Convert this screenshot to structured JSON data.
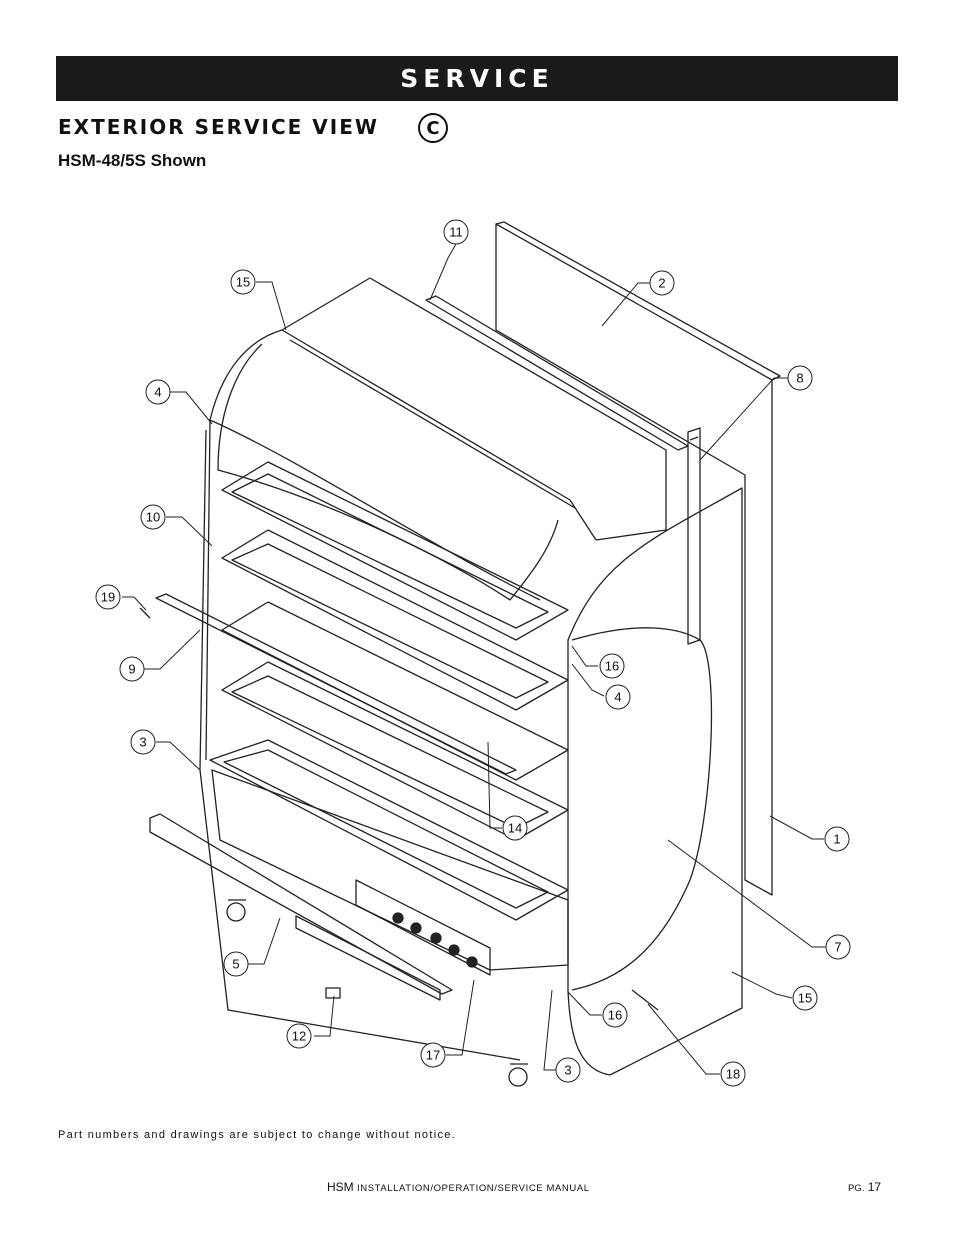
{
  "header": {
    "banner_title": "SERVICE"
  },
  "section": {
    "title": "EXTERIOR SERVICE VIEW",
    "badge": "C",
    "subtitle": "HSM-48/5S Shown"
  },
  "diagram": {
    "callouts": [
      {
        "id": "c1",
        "label": "1"
      },
      {
        "id": "c2",
        "label": "2"
      },
      {
        "id": "c3a",
        "label": "3"
      },
      {
        "id": "c3b",
        "label": "3"
      },
      {
        "id": "c4a",
        "label": "4"
      },
      {
        "id": "c4b",
        "label": "4"
      },
      {
        "id": "c5",
        "label": "5"
      },
      {
        "id": "c7",
        "label": "7"
      },
      {
        "id": "c8",
        "label": "8"
      },
      {
        "id": "c9",
        "label": "9"
      },
      {
        "id": "c10",
        "label": "10"
      },
      {
        "id": "c11",
        "label": "11"
      },
      {
        "id": "c12",
        "label": "12"
      },
      {
        "id": "c14",
        "label": "14"
      },
      {
        "id": "c15a",
        "label": "15"
      },
      {
        "id": "c15b",
        "label": "15"
      },
      {
        "id": "c16a",
        "label": "16"
      },
      {
        "id": "c16b",
        "label": "16"
      },
      {
        "id": "c17",
        "label": "17"
      },
      {
        "id": "c18",
        "label": "18"
      },
      {
        "id": "c19",
        "label": "19"
      }
    ]
  },
  "notice": "Part numbers and drawings are subject to change without notice.",
  "footer": {
    "product": "HSM",
    "manual_title": "installation/operation/service manual",
    "page_prefix": "pg.",
    "page_number": "17"
  }
}
